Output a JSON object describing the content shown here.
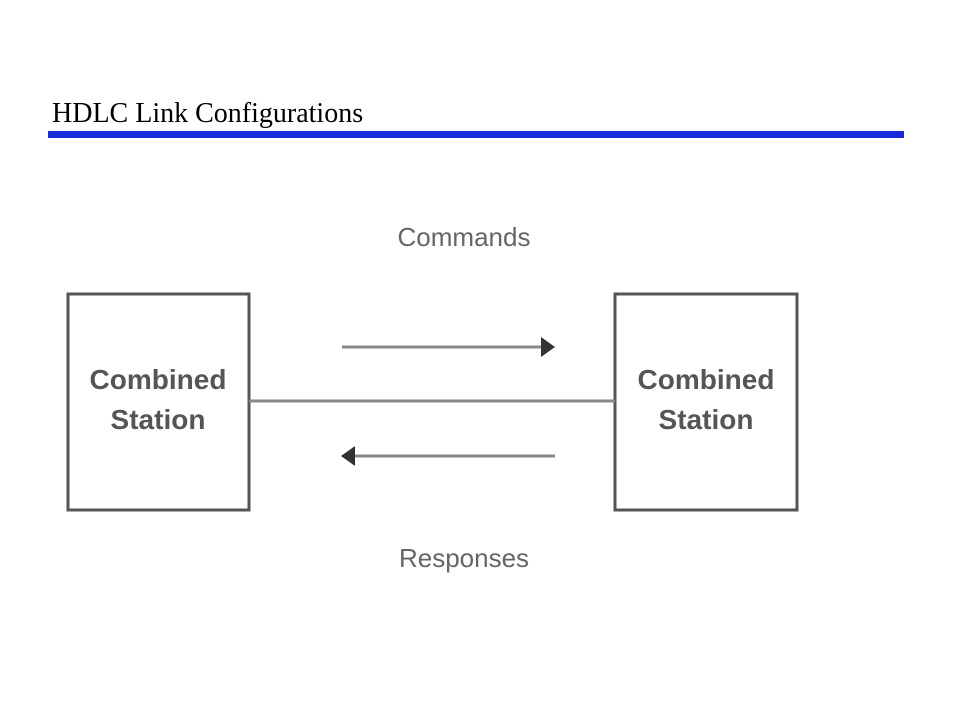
{
  "slide": {
    "title": "HDLC Link Configurations"
  },
  "diagram": {
    "left_station": {
      "line1": "Combined",
      "line2": "Station"
    },
    "right_station": {
      "line1": "Combined",
      "line2": "Station"
    },
    "commands_label": "Commands",
    "responses_label": "Responses"
  },
  "colors": {
    "title_rule": "#1a2bdb",
    "box_stroke": "#555555",
    "link_line": "#888888",
    "arrow": "#555555"
  }
}
